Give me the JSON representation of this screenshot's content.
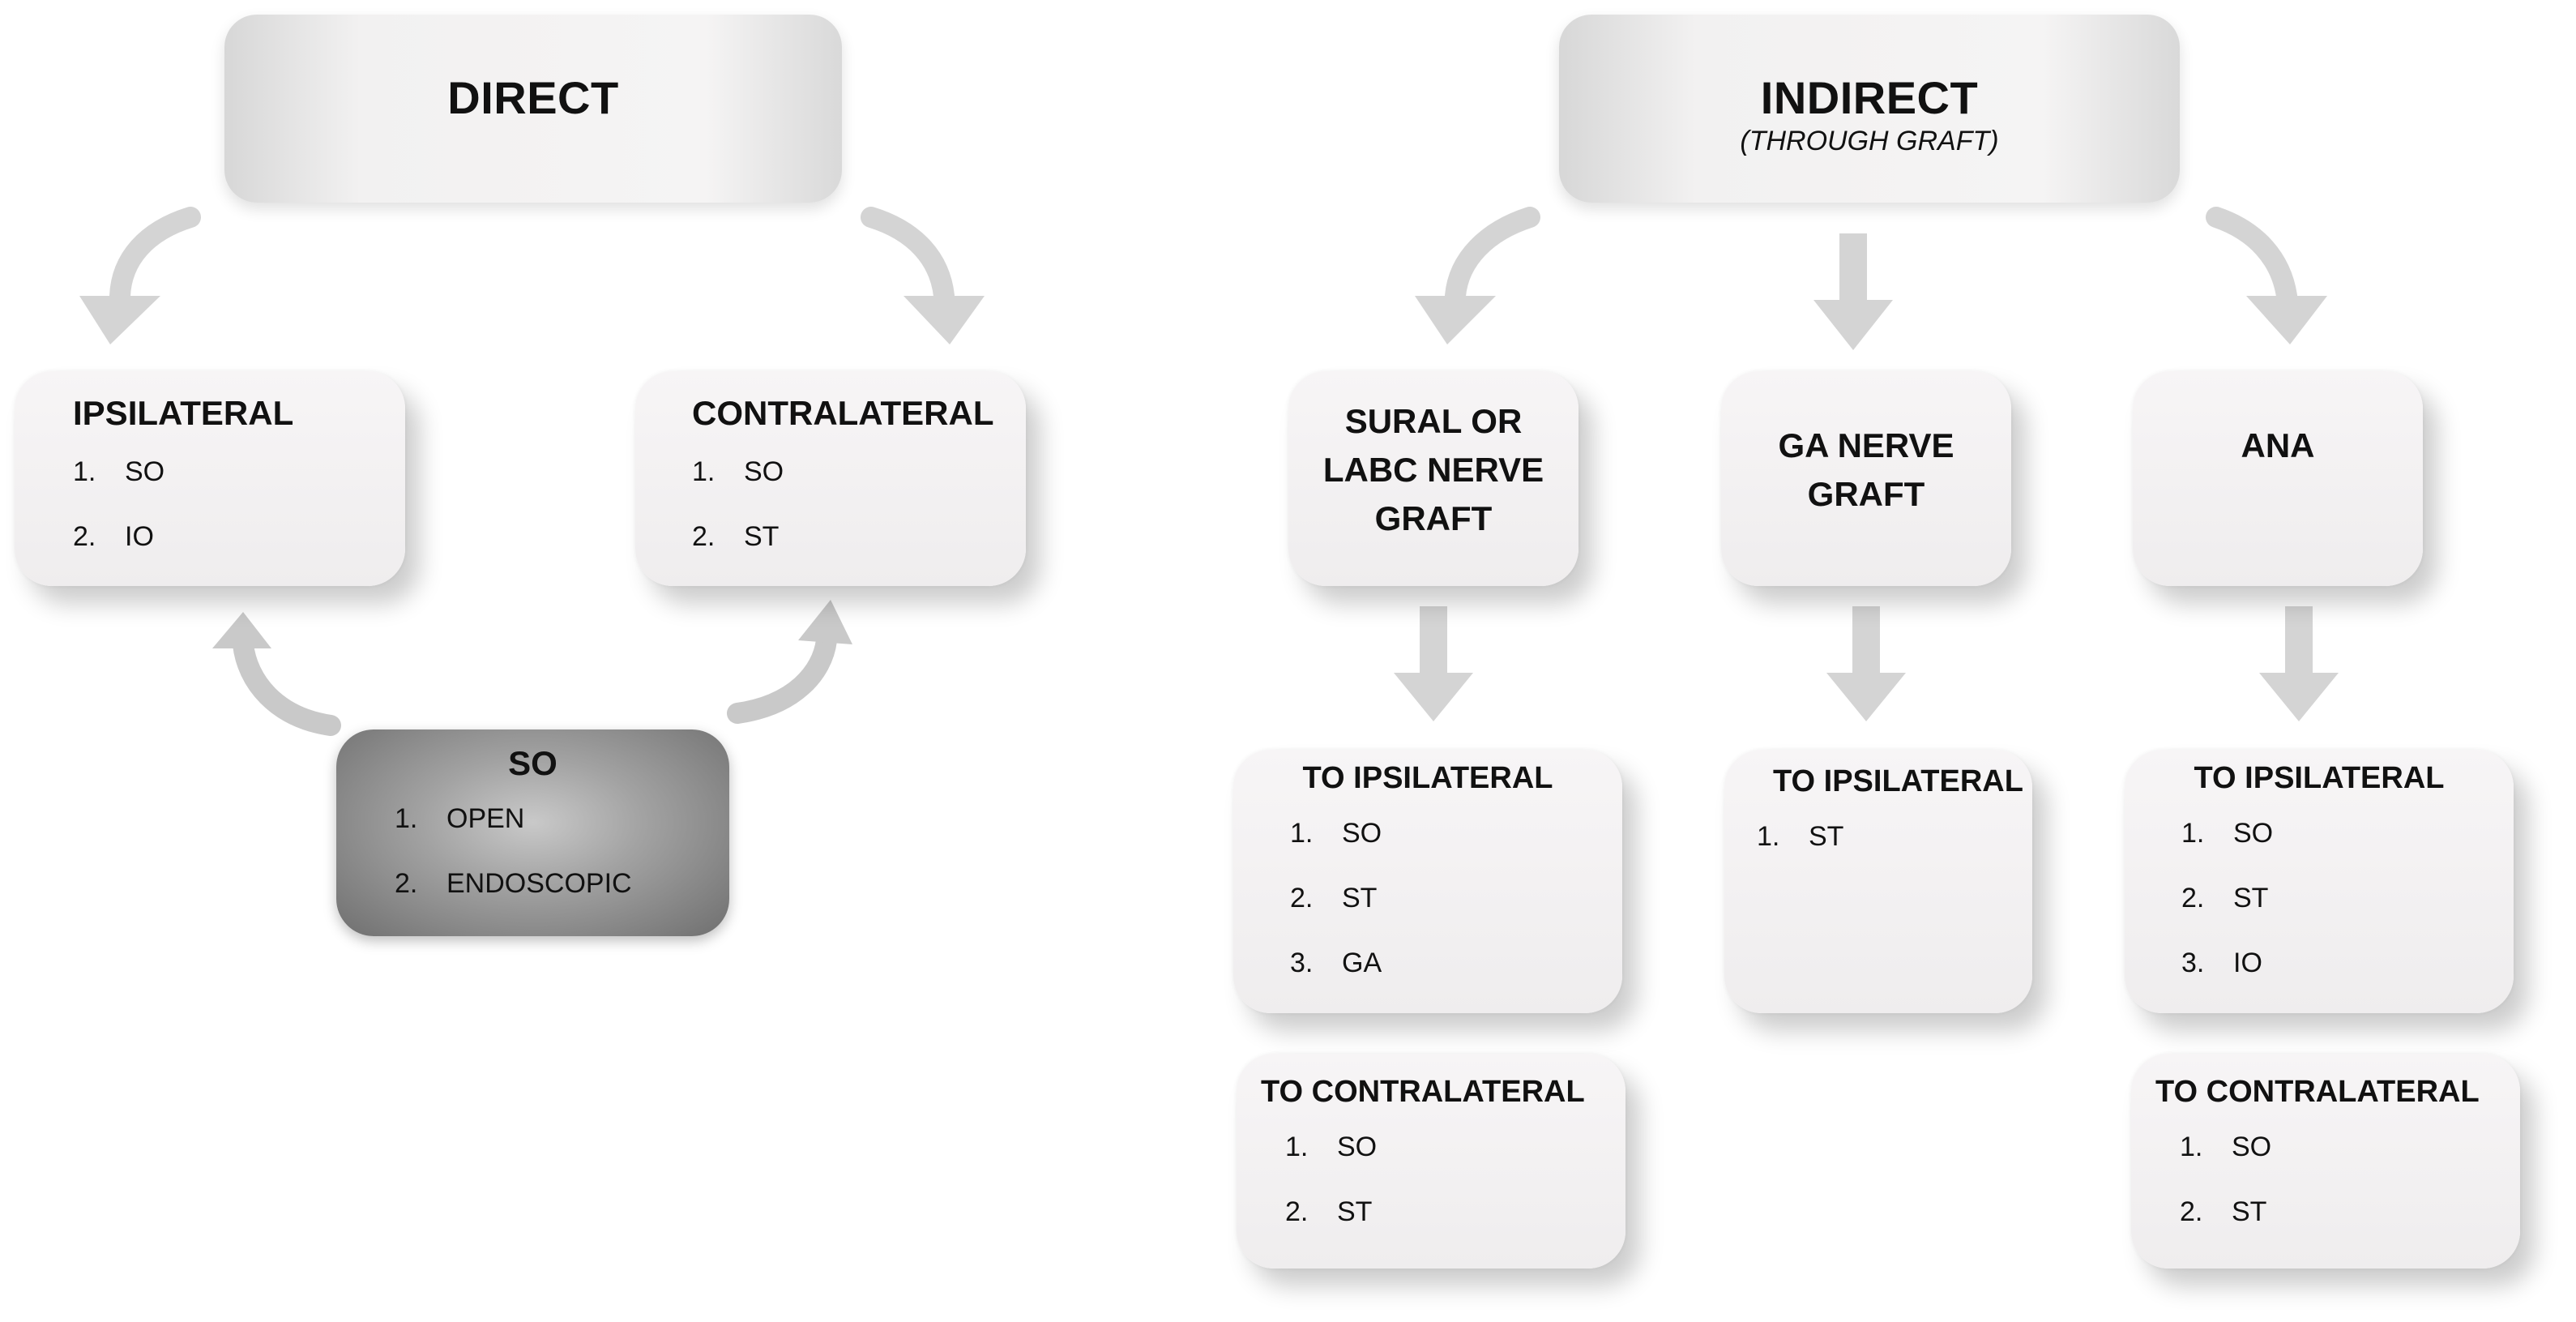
{
  "direct": {
    "title": "DIRECT",
    "ipsilateral": {
      "title": "IPSILATERAL",
      "items": [
        {
          "num": "1.",
          "text": "SO"
        },
        {
          "num": "2.",
          "text": "IO"
        }
      ]
    },
    "contralateral": {
      "title": "CONTRALATERAL",
      "items": [
        {
          "num": "1.",
          "text": "SO"
        },
        {
          "num": "2.",
          "text": "ST"
        }
      ]
    },
    "so": {
      "title": "SO",
      "items": [
        {
          "num": "1.",
          "text": "OPEN"
        },
        {
          "num": "2.",
          "text": "ENDOSCOPIC"
        }
      ]
    }
  },
  "indirect": {
    "title": "INDIRECT",
    "subtitle": "(THROUGH GRAFT)",
    "sural": {
      "title_lines": [
        "SURAL OR",
        "LABC NERVE",
        "GRAFT"
      ],
      "to_ipsilateral": {
        "title": "TO IPSILATERAL",
        "items": [
          {
            "num": "1.",
            "text": "SO"
          },
          {
            "num": "2.",
            "text": "ST"
          },
          {
            "num": "3.",
            "text": "GA"
          }
        ]
      },
      "to_contralateral": {
        "title": "TO CONTRALATERAL",
        "items": [
          {
            "num": "1.",
            "text": "SO"
          },
          {
            "num": "2.",
            "text": "ST"
          }
        ]
      }
    },
    "ga": {
      "title_lines": [
        "GA NERVE",
        "GRAFT"
      ],
      "to_ipsilateral": {
        "title": "TO IPSILATERAL",
        "items": [
          {
            "num": "1.",
            "text": "ST"
          }
        ]
      }
    },
    "ana": {
      "title": "ANA",
      "to_ipsilateral": {
        "title": "TO IPSILATERAL",
        "items": [
          {
            "num": "1.",
            "text": "SO"
          },
          {
            "num": "2.",
            "text": "ST"
          },
          {
            "num": "3.",
            "text": "IO"
          }
        ]
      },
      "to_contralateral": {
        "title": "TO CONTRALATERAL",
        "items": [
          {
            "num": "1.",
            "text": "SO"
          },
          {
            "num": "2.",
            "text": "ST"
          }
        ]
      }
    }
  },
  "colors": {
    "arrow": "#d4d4d4",
    "box": "#f2f0f1",
    "dark_box": "#8a8a8a"
  }
}
